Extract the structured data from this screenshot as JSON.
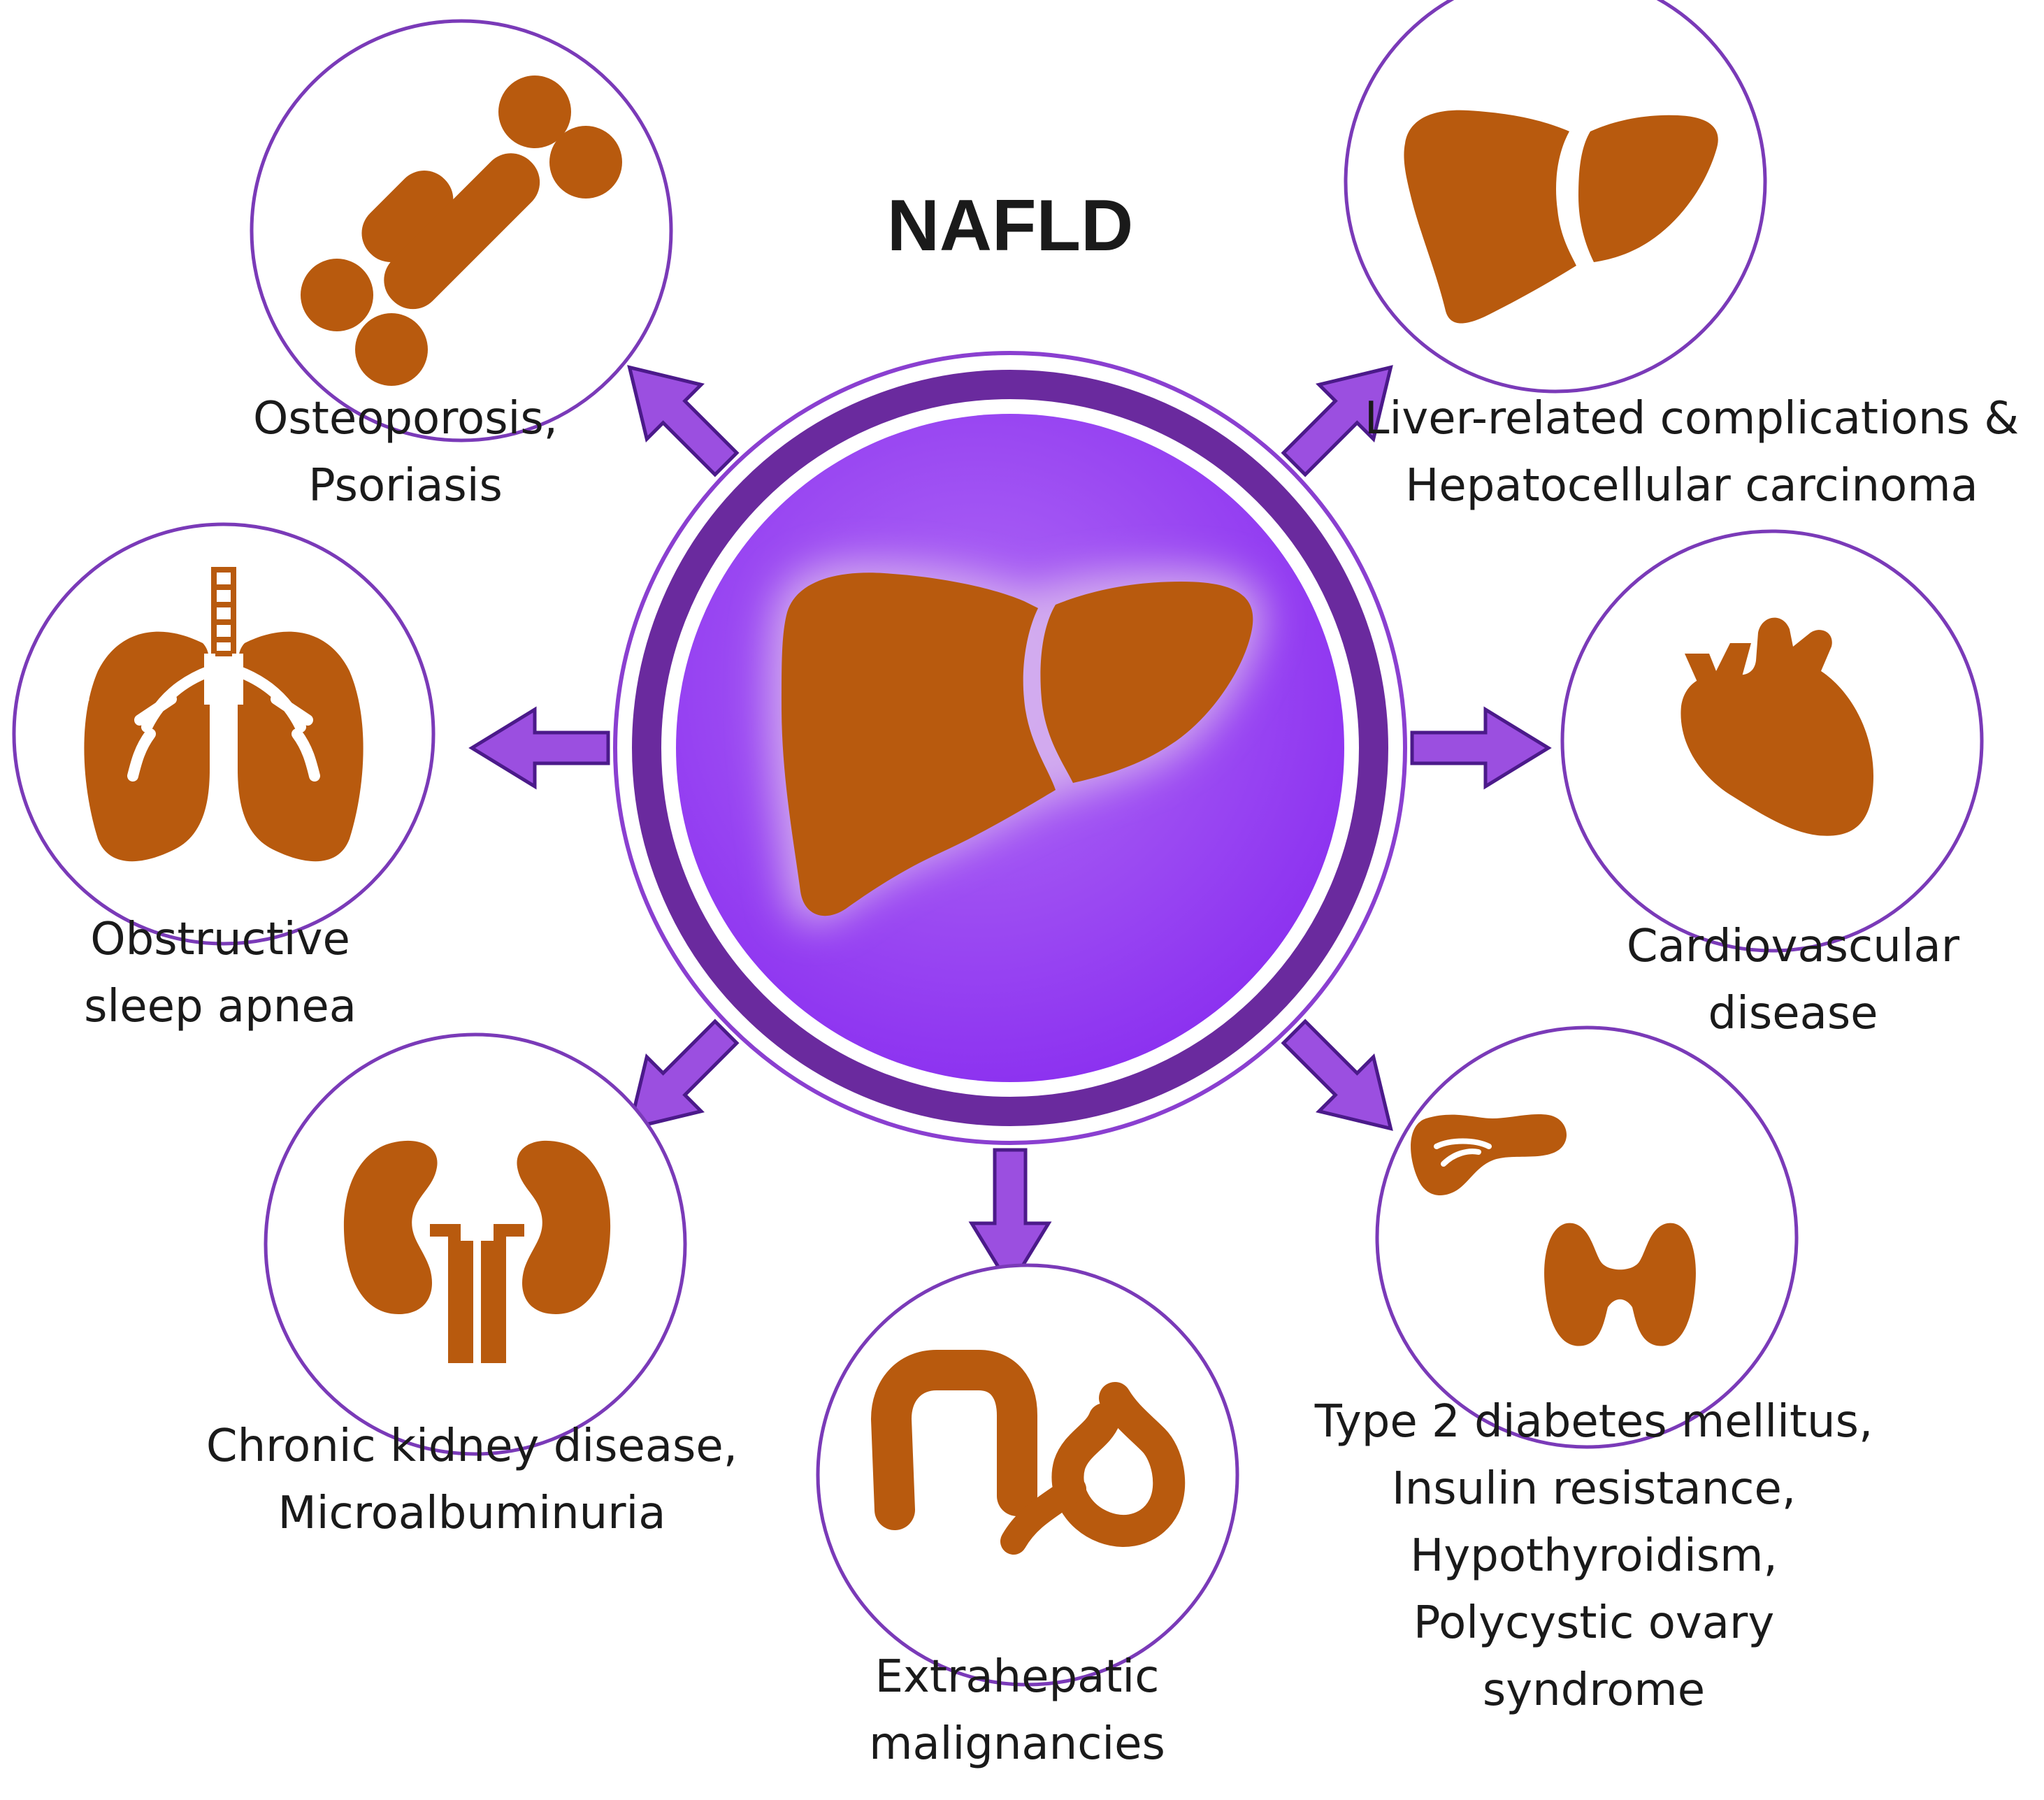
{
  "title": "NAFLD",
  "colors": {
    "organ": "#b85a0e",
    "ring": "#7a2fb0",
    "ring_light": "#8a3fd0",
    "arrow": "#9b4fe0",
    "arrow_edge": "#4b1a8a",
    "inner_disc": "#9b3df3",
    "circle_stroke": "#7a3ab8"
  },
  "conditions": [
    {
      "id": "bone",
      "icon": "bone-icon",
      "lines": [
        "Osteoporosis,",
        "Psoriasis"
      ]
    },
    {
      "id": "liver",
      "icon": "liver-icon",
      "lines": [
        "Liver-related complications &",
        "Hepatocellular carcinoma"
      ]
    },
    {
      "id": "lungs",
      "icon": "lungs-icon",
      "lines": [
        "Obstructive",
        "sleep apnea"
      ]
    },
    {
      "id": "heart",
      "icon": "heart-icon",
      "lines": [
        "Cardiovascular",
        "disease"
      ]
    },
    {
      "id": "kidney",
      "icon": "kidneys-icon",
      "lines": [
        "Chronic kidney disease,",
        "Microalbuminuria"
      ]
    },
    {
      "id": "endocrine",
      "icon": "pancreas-thyroid-icon",
      "lines": [
        "Type 2 diabetes mellitus,",
        "Insulin resistance,",
        "Hypothyroidism,",
        "Polycystic ovary",
        "syndrome"
      ]
    },
    {
      "id": "gi",
      "icon": "colon-stomach-icon",
      "lines": [
        "Extrahepatic",
        "malignancies"
      ]
    }
  ]
}
